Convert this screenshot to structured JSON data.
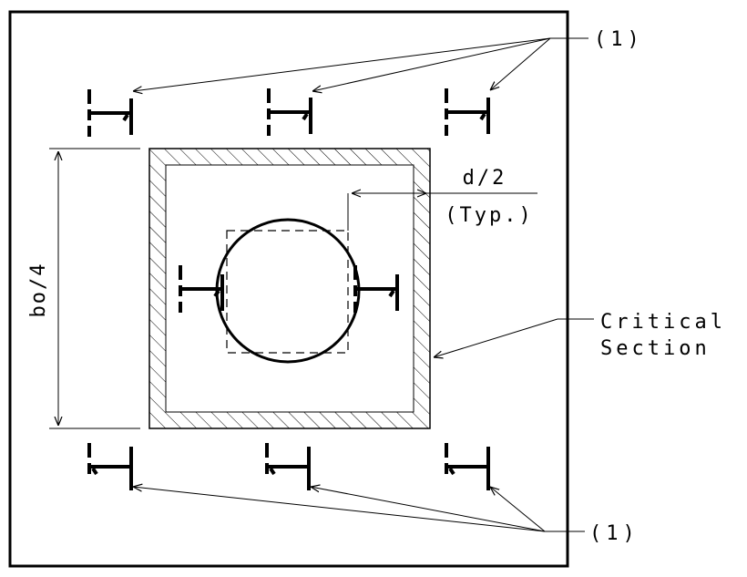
{
  "labels": {
    "note_top": "(1)",
    "note_bottom": "(1)",
    "half_depth": "d/2",
    "typical": "(Typ.)",
    "critical_line1": "Critical",
    "critical_line2": "Section",
    "perimeter": "bo/4"
  }
}
